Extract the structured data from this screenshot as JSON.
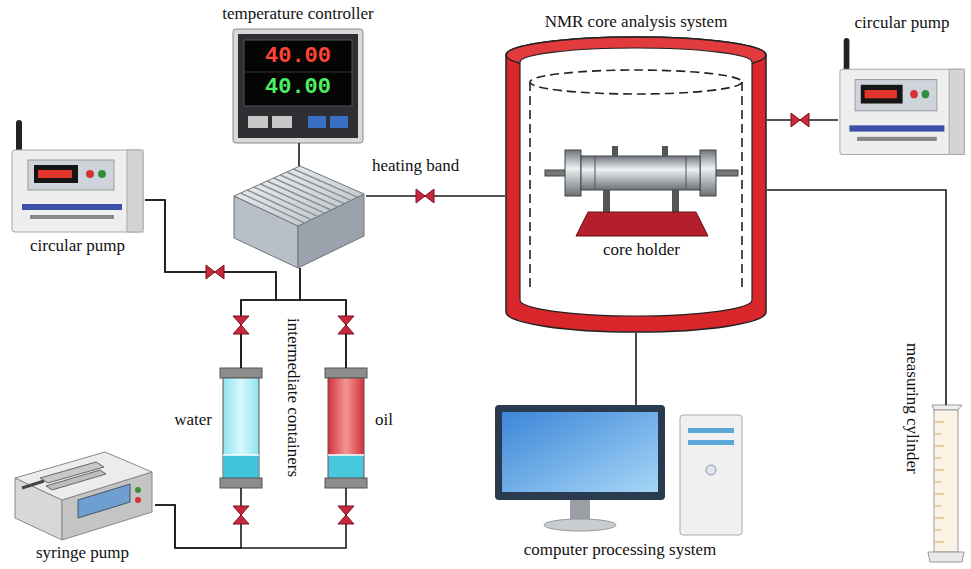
{
  "diagram": {
    "nodes": [
      {
        "text": [
          "temperature controller"
        ]
      },
      {
        "text": [
          "NMR core analysis system"
        ]
      },
      {
        "text": [
          "core holder"
        ],
        "in": 1
      },
      {
        "text": [
          "circular pump"
        ]
      },
      {
        "text": [
          "circular pump"
        ]
      },
      {
        "text": [
          "heating band"
        ]
      },
      {
        "text": [
          "water"
        ]
      },
      {
        "text": [
          "oil"
        ]
      },
      {
        "text": [
          "syringe pump"
        ]
      },
      {
        "text": [
          "computer processing system"
        ]
      },
      {
        "text": [
          "measuring cylinder"
        ]
      }
    ],
    "edges": [
      {
        "from": 0,
        "to": 5,
        "arrow": "none"
      },
      {
        "from": 5,
        "to": 1,
        "arrow": "none"
      },
      {
        "from": 1,
        "to": 3,
        "arrow": "none"
      },
      {
        "from": 1,
        "to": 10,
        "arrow": "none"
      },
      {
        "from": 1,
        "to": 9,
        "arrow": "none"
      },
      {
        "from": 4,
        "to": 6,
        "arrow": "none"
      },
      {
        "from": 4,
        "to": 7,
        "arrow": "none"
      },
      {
        "from": 5,
        "to": 6,
        "arrow": "none"
      },
      {
        "from": 5,
        "to": 7,
        "arrow": "none"
      },
      {
        "from": 8,
        "to": 6,
        "arrow": "none"
      },
      {
        "from": 8,
        "to": 7,
        "arrow": "none"
      }
    ],
    "labels": [
      "40.00",
      "40.00",
      "intermediate containers"
    ]
  }
}
